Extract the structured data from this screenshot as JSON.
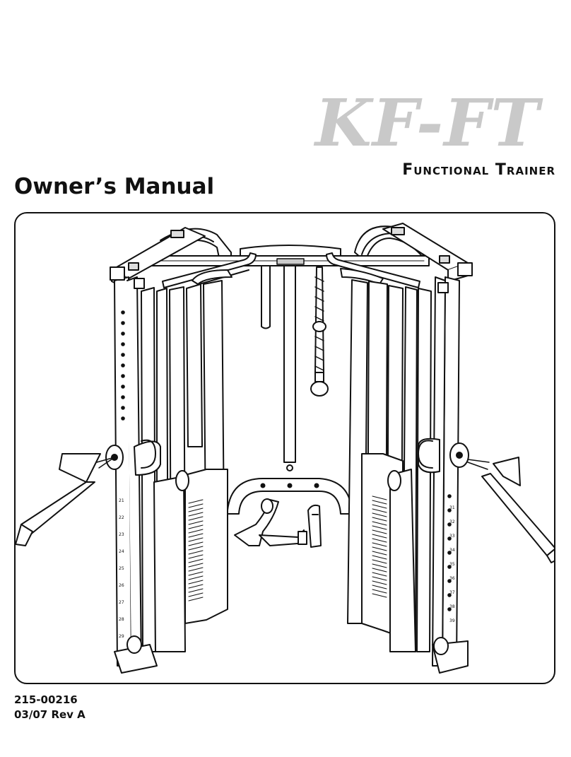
{
  "header": {
    "model": "KF-FT",
    "product_name": "Functional Trainer",
    "document_title": "Owner’s Manual"
  },
  "footer": {
    "part_number": "215-00216",
    "revision": "03/07 Rev A"
  },
  "illustration": {
    "subject": "functional trainer line drawing",
    "left_column_marks": [
      "21",
      "22",
      "23",
      "24",
      "25",
      "26",
      "27",
      "28",
      "29"
    ],
    "right_column_marks": [
      "31",
      "32",
      "33",
      "34",
      "35",
      "36",
      "37",
      "38",
      "39"
    ]
  }
}
